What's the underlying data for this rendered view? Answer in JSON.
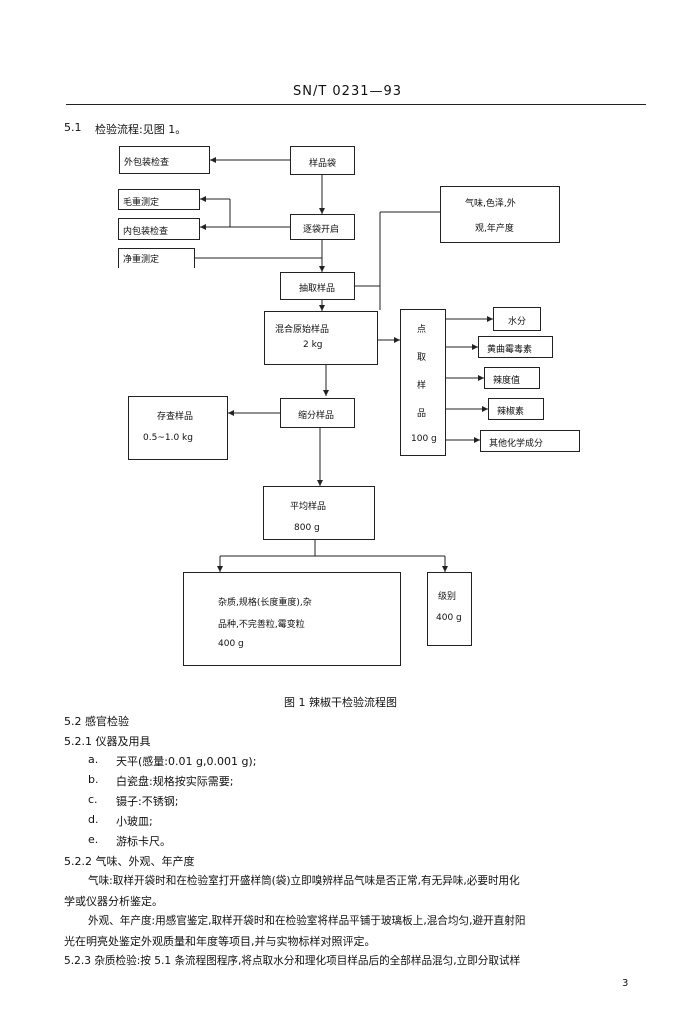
{
  "header": {
    "standard_no": "SN/T 0231—93"
  },
  "section_51": {
    "number": "5.1",
    "text": "检验流程:见图 1。"
  },
  "flow": {
    "outer_inspection": "外包装检查",
    "sample_bag": "样品袋",
    "gross_weight": "毛重测定",
    "inner_inspection": "内包装检查",
    "bag_open": "逐袋开启",
    "net_weight": "净重测定",
    "odor_box_line1": "气味,色泽,外",
    "odor_box_line2": "观,年产度",
    "draw_sample": "抽取样品",
    "mixed_sample_line1": "混合原始样品",
    "mixed_sample_line2": "2 kg",
    "point_sample_chars": [
      "点",
      "取",
      "样",
      "品"
    ],
    "point_sample_weight": "100 g",
    "moisture": "水分",
    "aflatoxin": "黄曲霉毒素",
    "capsanthin": "辣度值",
    "capsaicin": "辣椒素",
    "other_chem": "其他化学成分",
    "reserve_line1": "存查样品",
    "reserve_line2": "0.5~1.0 kg",
    "divide_sample": "缩分样品",
    "avg_sample_line1": "平均样品",
    "avg_sample_line2": "800 g",
    "impurity_line1": "杂质,规格(长度重度),杂",
    "impurity_line2": "品种,不完善粒,霉变粒",
    "impurity_line3": "400 g",
    "grade_line1": "级别",
    "grade_line2": "400 g"
  },
  "figure_caption": "图 1  辣椒干检验流程图",
  "section_52": {
    "title": "5.2  感官检验",
    "s521_title": "5.2.1  仪器及用具",
    "items": [
      {
        "mark": "a.",
        "text": "天平(感量:0.01 g,0.001 g);"
      },
      {
        "mark": "b.",
        "text": "白瓷盘:规格按实际需要;"
      },
      {
        "mark": "c.",
        "text": "镊子:不锈钢;"
      },
      {
        "mark": "d.",
        "text": "小玻皿;"
      },
      {
        "mark": "e.",
        "text": "游标卡尺。"
      }
    ],
    "s522_title": "5.2.2  气味、外观、年产度",
    "p1_line1": "气味:取样开袋时和在检验室打开盛样筒(袋)立即嗅辨样品气味是否正常,有无异味,必要时用化",
    "p1_line2": "学或仪器分析鉴定。",
    "p2_line1": "外观、年产度:用感官鉴定,取样开袋时和在检验室将样品平铺于玻璃板上,混合均匀,避开直射阳",
    "p2_line2": "光在明亮处鉴定外观质量和年度等项目,并与实物标样对照评定。",
    "s523": "5.2.3  杂质检验:按 5.1 条流程图程序,将点取水分和理化项目样品后的全部样品混匀,立即分取试样"
  },
  "page_number": "3"
}
